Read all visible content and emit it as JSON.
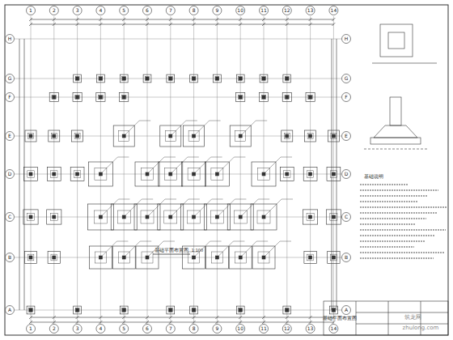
{
  "diagram": {
    "title": "基础平面布置图",
    "labels": [
      "1",
      "2",
      "3",
      "4",
      "5",
      "6",
      "7",
      "8",
      "9",
      "10",
      "11",
      "12",
      "13",
      "14",
      "1",
      "2",
      "3",
      "4",
      "5",
      "6",
      "7",
      "8",
      "9",
      "10",
      "11",
      "12",
      "13",
      "14",
      "H",
      "G",
      "F",
      "E",
      "D",
      "C",
      "B",
      "A",
      "H",
      "G",
      "F",
      "E",
      "D",
      "C",
      "B",
      "A",
      "1:100",
      "基础说明",
      "基础平面布置图",
      "筑龙网",
      "zhulong.com"
    ]
  }
}
